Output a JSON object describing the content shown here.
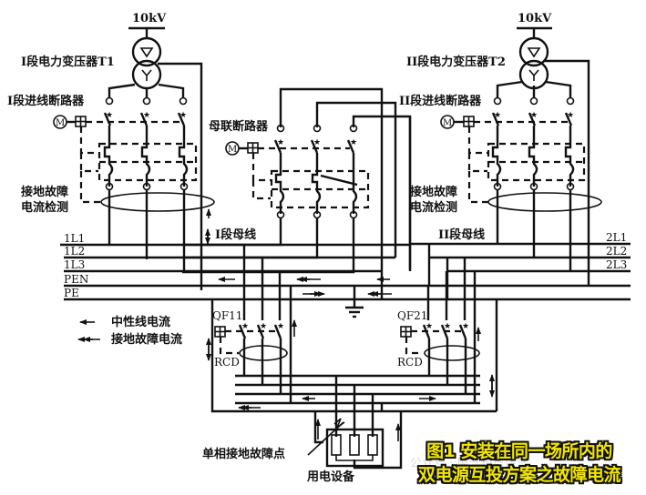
{
  "diagram": {
    "transformer_left": {
      "voltage": "10kV",
      "label": "I段电力变压器T1"
    },
    "transformer_right": {
      "voltage": "10kV",
      "label": "II段电力变压器T2"
    },
    "incoming_breaker_left": "I段进线断路器",
    "incoming_breaker_right": "II段进线断路器",
    "bus_tie_breaker": "母联断路器",
    "motor_symbol": "M",
    "ground_fault_detection_left": [
      "接地故障",
      "电流检测"
    ],
    "ground_fault_detection_right": [
      "接地故障",
      "电流检测"
    ],
    "bus_left_label": "I段母线",
    "bus_right_label": "II段母线",
    "bus_left_lines": [
      "1L1",
      "1L2",
      "1L3",
      "PEN",
      "PE"
    ],
    "bus_right_lines": [
      "2L1",
      "2L2",
      "2L3"
    ],
    "legend": [
      {
        "symbol": "single-arrow",
        "label": "中性线电流"
      },
      {
        "symbol": "double-arrow",
        "label": "接地故障电流"
      }
    ],
    "feeder_breaker_left": {
      "name": "QF11",
      "rcd": "RCD"
    },
    "feeder_breaker_right": {
      "name": "QF21",
      "rcd": "RCD"
    },
    "fault_point_label": "单相接地故障点",
    "load_label": "用电设备"
  },
  "caption": {
    "line1": "图1 安装在同一场所内的",
    "line2": "双电源互投方案之故障电流"
  },
  "watermark": "公众号 · 电气知识课堂"
}
